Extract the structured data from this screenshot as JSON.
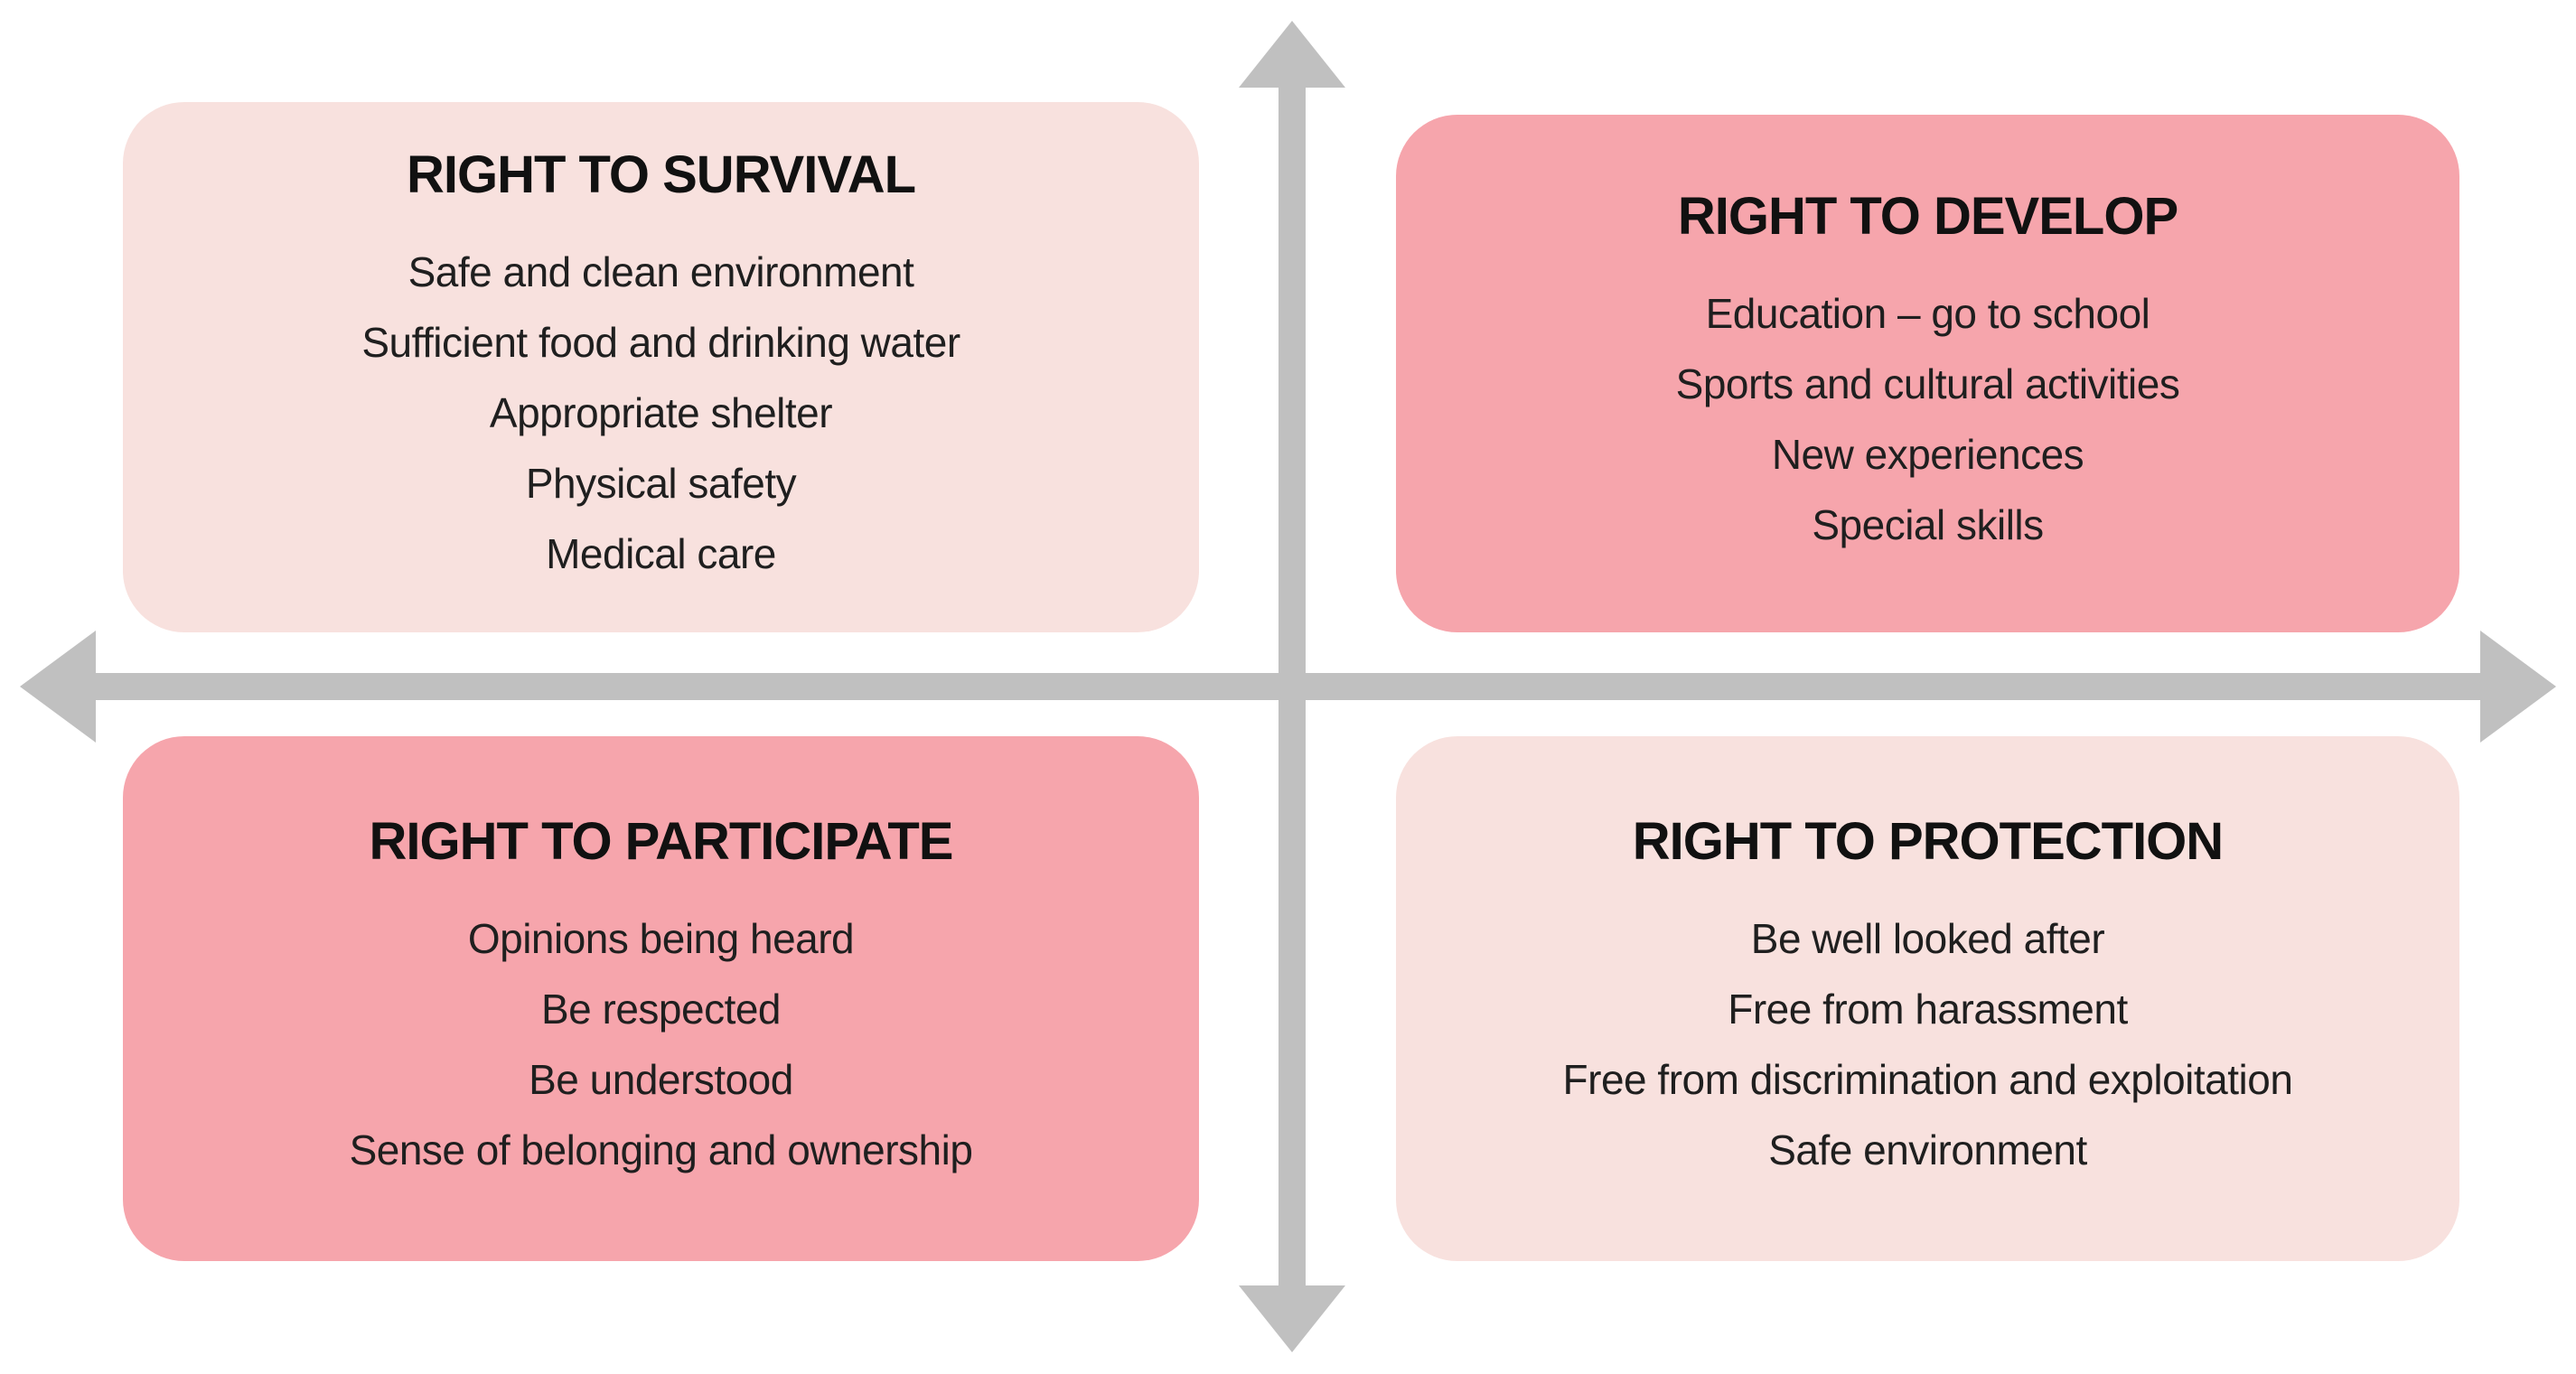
{
  "diagram": {
    "type": "four-quadrant-diagram",
    "subject": "Children's rights"
  },
  "colors": {
    "box_light": "#f8e1de",
    "box_dark": "#f6a5ac",
    "axis": "#c0c0c0",
    "text": "#1f1f1f",
    "bg": "#ffffff"
  },
  "quadrants": {
    "survival": {
      "title": "RIGHT TO SURVIVAL",
      "items": [
        "Safe and clean environment",
        "Sufficient food and drinking water",
        "Appropriate shelter",
        "Physical safety",
        "Medical care"
      ]
    },
    "develop": {
      "title": "RIGHT TO DEVELOP",
      "items": [
        "Education – go to school",
        "Sports and cultural activities",
        "New experiences",
        "Special skills"
      ]
    },
    "participate": {
      "title": "RIGHT TO PARTICIPATE",
      "items": [
        "Opinions being heard",
        "Be respected",
        "Be understood",
        "Sense of belonging and ownership"
      ]
    },
    "protection": {
      "title": "RIGHT TO PROTECTION",
      "items": [
        "Be well looked after",
        "Free from harassment",
        "Free from discrimination and exploitation",
        "Safe environment"
      ]
    }
  }
}
